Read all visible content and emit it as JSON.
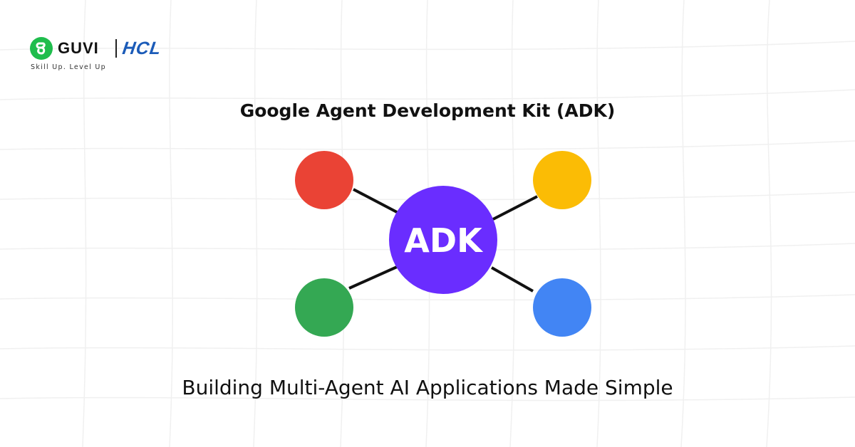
{
  "logo": {
    "brand": "GUVI",
    "partner": "HCL",
    "tagline": "Skill Up. Level Up",
    "brand_color": "#1fbd4d",
    "partner_color": "#1b5bb8"
  },
  "title": "Google Agent Development Kit (ADK)",
  "subtitle": "Building Multi-Agent AI Applications Made Simple",
  "diagram": {
    "hub": {
      "label": "ADK",
      "color": "#6a2dff"
    },
    "nodes": [
      {
        "id": "top-left",
        "color": "#ea4335"
      },
      {
        "id": "top-right",
        "color": "#fbbc05"
      },
      {
        "id": "bottom-left",
        "color": "#34a853"
      },
      {
        "id": "bottom-right",
        "color": "#4285f4"
      }
    ],
    "connector_color": "#111111"
  }
}
